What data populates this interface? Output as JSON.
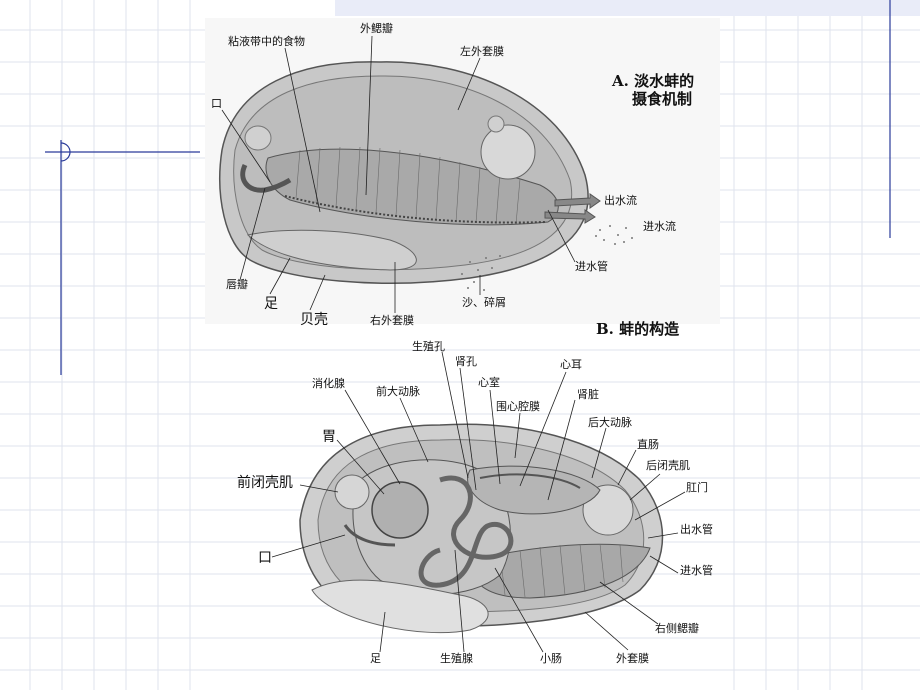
{
  "slide": {
    "accent_color": "#2a3b9a",
    "banner_color": "#e9ecf8"
  },
  "figure_a": {
    "title_line1": "A. 淡水蚌的",
    "title_line2": "摄食机制",
    "labels": {
      "mucus_food": "粘液带中的食物",
      "outer_gill": "外鳃瓣",
      "left_mantle": "左外套膜",
      "mouth": "口",
      "excurrent": "出水流",
      "incurrent": "进水流",
      "incurrent_siphon": "进水管",
      "palp": "唇瓣",
      "foot": "足",
      "shell": "贝壳",
      "right_mantle": "右外套膜",
      "sand": "沙、碎屑"
    }
  },
  "figure_b": {
    "title": "B. 蚌的构造",
    "labels": {
      "gonopore": "生殖孔",
      "nephridiopore": "肾孔",
      "auricle": "心耳",
      "ventricle": "心室",
      "digestive_gland": "消化腺",
      "anterior_aorta": "前大动脉",
      "pericardium": "围心腔膜",
      "kidney": "肾脏",
      "stomach": "胃",
      "posterior_aorta": "后大动脉",
      "rectum": "直肠",
      "anterior_adductor": "前闭壳肌",
      "posterior_adductor": "后闭壳肌",
      "anus": "肛门",
      "excurrent_siphon": "出水管",
      "mouth": "口",
      "incurrent_siphon": "进水管",
      "right_gill": "右侧鳃瓣",
      "foot": "足",
      "gonad": "生殖腺",
      "intestine": "小肠",
      "mantle": "外套膜"
    }
  }
}
